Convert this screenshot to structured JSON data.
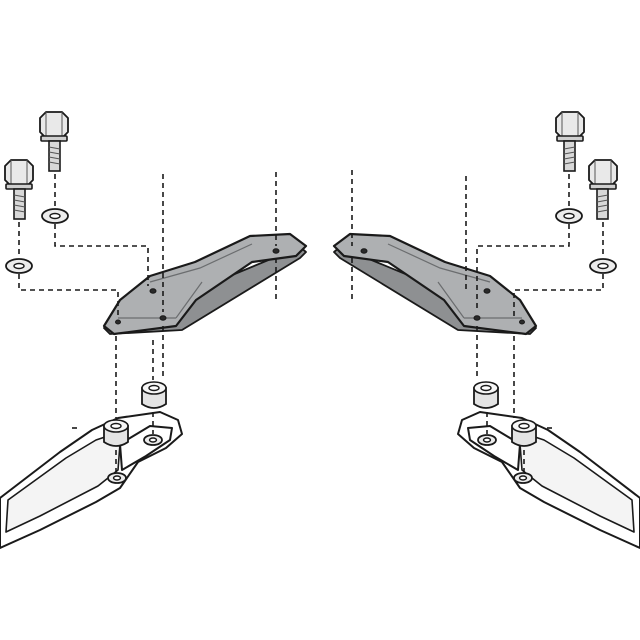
{
  "diagram": {
    "title": "",
    "labels": [],
    "colors": {
      "background": "#ffffff",
      "outline": "#1a1a1a",
      "plate_fill": "#aeb0b2",
      "metal_fill": "#e9e9e9"
    },
    "parts": {
      "left": [
        "hex-bolt",
        "hex-bolt",
        "washer",
        "washer",
        "mounting-plate",
        "spacer",
        "spacer",
        "frame-rail"
      ],
      "right": [
        "hex-bolt",
        "hex-bolt",
        "washer",
        "washer",
        "mounting-plate",
        "spacer",
        "spacer",
        "frame-rail"
      ]
    }
  }
}
